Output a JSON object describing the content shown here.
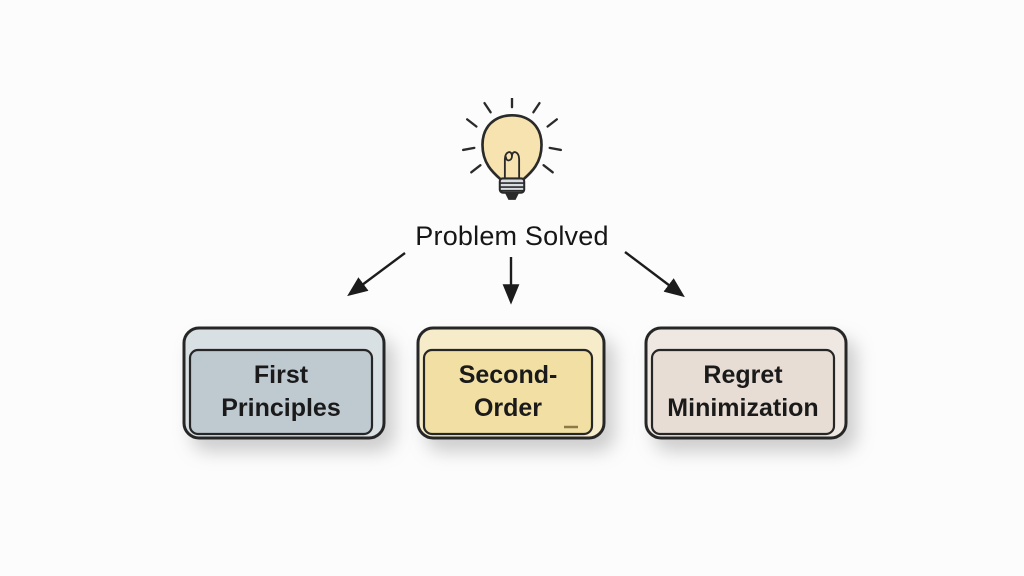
{
  "title": "Problem Solved",
  "bulb": {
    "icon": "lightbulb-icon",
    "glass_color": "#f7e3af",
    "base_color": "#d8dde1",
    "outline_color": "#2a2a2a"
  },
  "arrows": {
    "color": "#1c1c1c",
    "items": [
      "arrow-to-first-principles",
      "arrow-to-second-order",
      "arrow-to-regret-minimization"
    ]
  },
  "boxes": [
    {
      "label": "First\nPrinciples",
      "face_color": "#bec9d0",
      "bevel_color": "#d9e0e4"
    },
    {
      "label": "Second-\nOrder",
      "face_color": "#f2dfa4",
      "bevel_color": "#f7ecca"
    },
    {
      "label": "Regret\nMinimization",
      "face_color": "#e7ddd5",
      "bevel_color": "#efe8e2"
    }
  ],
  "background_color": "#fcfcfc"
}
